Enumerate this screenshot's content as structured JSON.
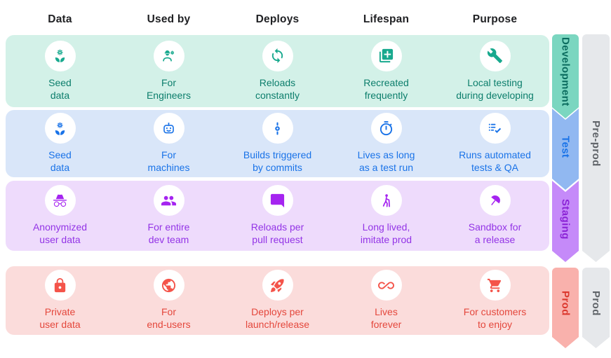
{
  "header": {
    "columns": [
      "Data",
      "Used by",
      "Deploys",
      "Lifespan",
      "Purpose"
    ]
  },
  "environments": [
    {
      "name": "Development",
      "cells": [
        {
          "icon": "seed-icon",
          "label": "Seed\ndata"
        },
        {
          "icon": "engineer-icon",
          "label": "For\nEngineers"
        },
        {
          "icon": "sync-icon",
          "label": "Reloads\nconstantly"
        },
        {
          "icon": "library-add-icon",
          "label": "Recreated\nfrequently"
        },
        {
          "icon": "wrench-icon",
          "label": "Local testing\nduring developing"
        }
      ]
    },
    {
      "name": "Test",
      "cells": [
        {
          "icon": "seed-icon",
          "label": "Seed\ndata"
        },
        {
          "icon": "robot-icon",
          "label": "For\nmachines"
        },
        {
          "icon": "commit-icon",
          "label": "Builds triggered\nby commits"
        },
        {
          "icon": "timer-icon",
          "label": "Lives as long\nas a test run"
        },
        {
          "icon": "checklist-icon",
          "label": "Runs automated\ntests & QA"
        }
      ]
    },
    {
      "name": "Staging",
      "cells": [
        {
          "icon": "incognito-icon",
          "label": "Anonymized\nuser data"
        },
        {
          "icon": "group-icon",
          "label": "For entire\ndev team"
        },
        {
          "icon": "chat-icon",
          "label": "Reloads per\npull request"
        },
        {
          "icon": "elderly-icon",
          "label": "Long lived,\nimitate prod"
        },
        {
          "icon": "umbrella-icon",
          "label": "Sandbox for\na release"
        }
      ]
    },
    {
      "name": "Prod",
      "cells": [
        {
          "icon": "lock-icon",
          "label": "Private\nuser data"
        },
        {
          "icon": "globe-icon",
          "label": "For\nend-users"
        },
        {
          "icon": "rocket-icon",
          "label": "Deploys per\nlaunch/release"
        },
        {
          "icon": "infinity-icon",
          "label": "Lives\nforever"
        },
        {
          "icon": "cart-icon",
          "label": "For customers\nto enjoy"
        }
      ]
    }
  ],
  "stage_ribbons": [
    "Development",
    "Test",
    "Staging",
    "Prod"
  ],
  "phase_ribbons": [
    "Pre-prod",
    "Prod"
  ],
  "colors": {
    "development": {
      "bg": "#D3F1E8",
      "accent": "#18A98E",
      "text": "#0C7E6C",
      "ribbon": "#7BD6C0"
    },
    "test": {
      "bg": "#D9E6F9",
      "accent": "#1A73E8",
      "text": "#1A73E8",
      "ribbon": "#91B8F1"
    },
    "staging": {
      "bg": "#EEDBFC",
      "accent": "#A524F0",
      "text": "#9334E6",
      "ribbon": "#C58AF9"
    },
    "prod": {
      "bg": "#FBDCDB",
      "accent": "#F4544A",
      "text": "#E4473C",
      "ribbon": "#F9B1AC"
    },
    "phase": {
      "ribbon": "#E6E8EB",
      "text": "#5F6368"
    },
    "header_text": "#202124"
  }
}
